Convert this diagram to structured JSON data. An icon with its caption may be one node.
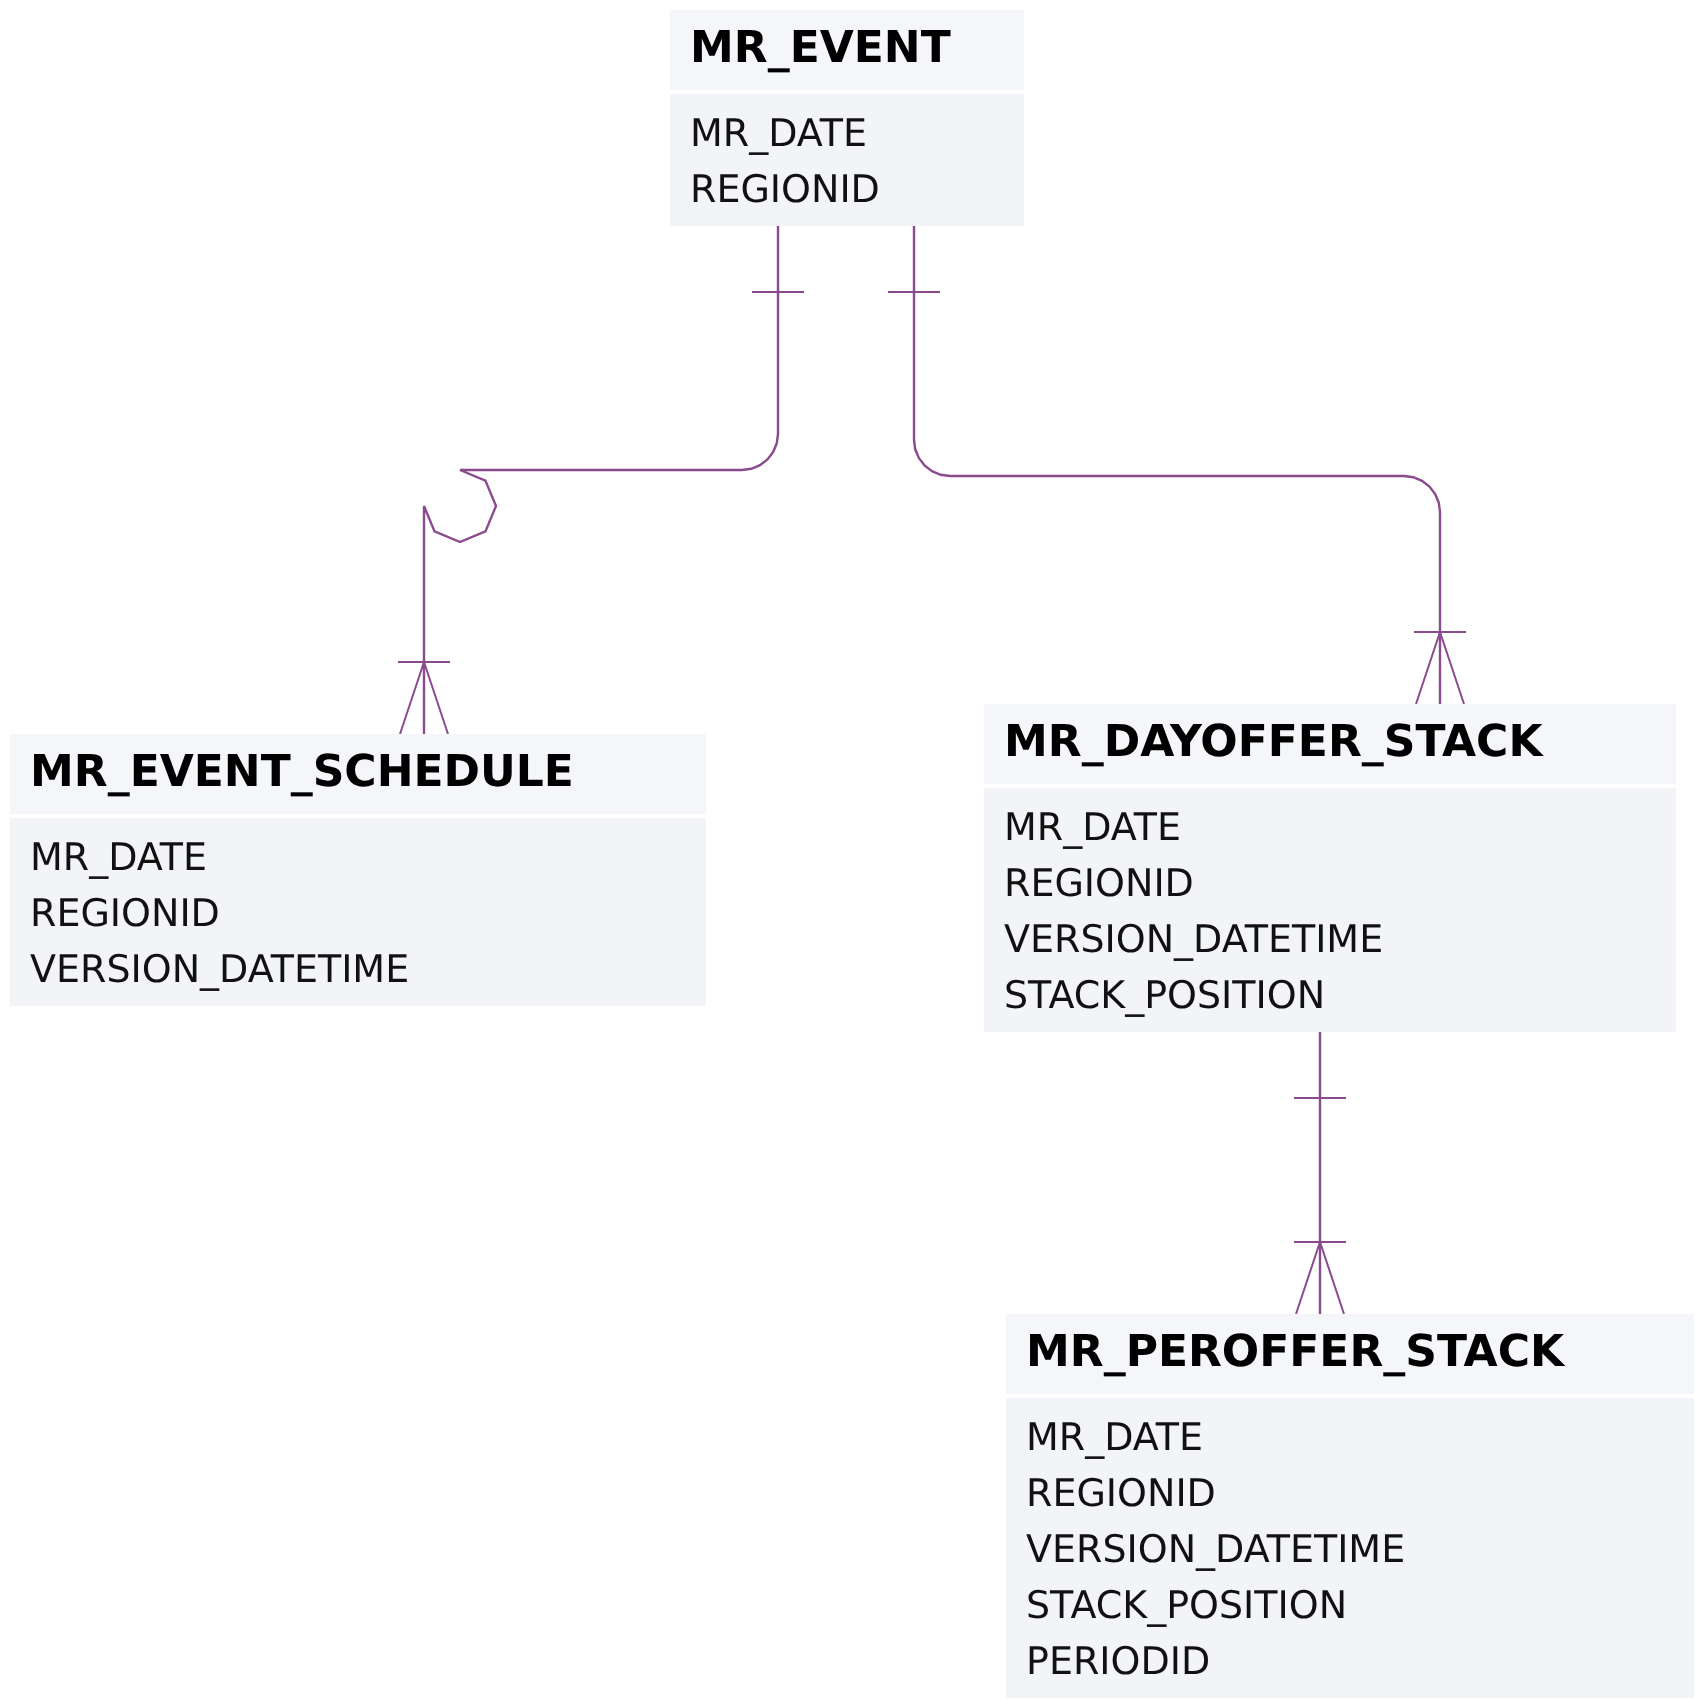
{
  "diagram": {
    "nodes": [
      {
        "text": [
          "MR_EVENT",
          "MR_DATE",
          "REGIONID"
        ]
      },
      {
        "text": [
          "MR_EVENT_SCHEDULE",
          "MR_DATE",
          "REGIONID",
          "VERSION_DATETIME"
        ]
      },
      {
        "text": [
          "MR_DAYOFFER_STACK",
          "MR_DATE",
          "REGIONID",
          "VERSION_DATETIME",
          "STACK_POSITION"
        ]
      },
      {
        "text": [
          "MR_PEROFFER_STACK",
          "MR_DATE",
          "REGIONID",
          "VERSION_DATETIME",
          "STACK_POSITION",
          "PERIODID"
        ]
      }
    ],
    "edges": [
      {
        "from": 0,
        "to": 1,
        "arrow": "other"
      },
      {
        "from": 0,
        "to": 2,
        "arrow": "other"
      },
      {
        "from": 2,
        "to": 3,
        "arrow": "other"
      }
    ]
  }
}
